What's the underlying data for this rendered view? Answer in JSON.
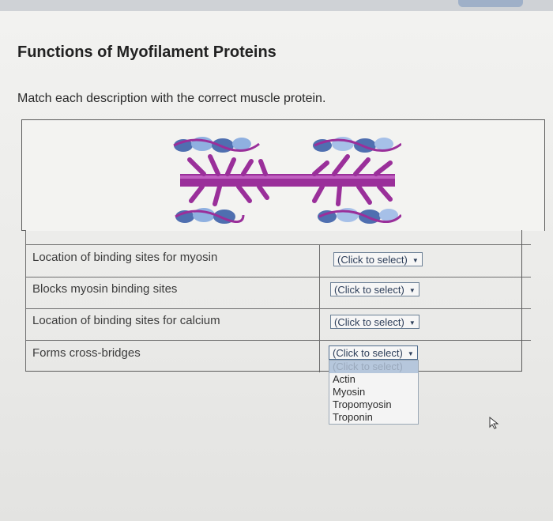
{
  "header": {
    "title": "Functions of Myofilament Proteins"
  },
  "instruction": "Match each description with the correct muscle protein.",
  "rows": [
    {
      "description": "Location of binding sites for myosin",
      "select": "(Click to select)"
    },
    {
      "description": "Blocks myosin binding sites",
      "select": "(Click to select)"
    },
    {
      "description": "Location of binding sites for calcium",
      "select": "(Click to select)"
    },
    {
      "description": "Forms cross-bridges",
      "select": "(Click to select)"
    }
  ],
  "dropdown": {
    "options": [
      "(Click to select)",
      "Actin",
      "Myosin",
      "Tropomyosin",
      "Troponin"
    ],
    "highlighted_index": 0
  },
  "colors": {
    "myosin": "#9a2f9a",
    "actin": "#4f6fb0",
    "actin_highlight": "#a6c0e8",
    "select_text": "#2e3f5a",
    "dropdown_highlight": "#b6c7dc"
  },
  "icons": {
    "cursor": "arrow-cursor-icon",
    "dropdown_arrow": "triangle-down-icon"
  }
}
